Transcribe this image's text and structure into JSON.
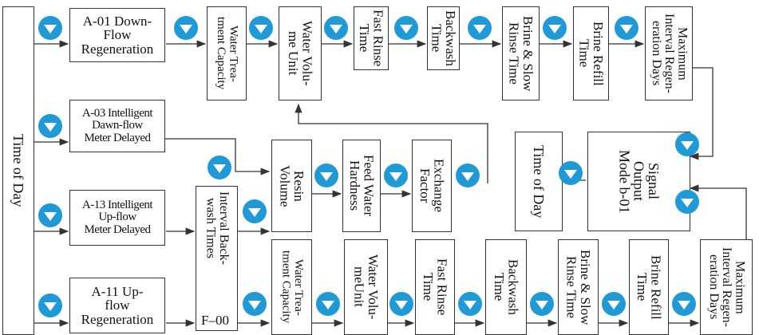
{
  "time_of_day": "Time of Day",
  "modes": {
    "a01": "A-01 Down-\nFlow\nRegeneration",
    "a03": "A-03 Intelligent\nDawn-flow\nMeter Delayed",
    "a13": "A-13 Intelligent\nUp-flow\nMeter Delayed",
    "a11": "A-11 Up-\nflow\nRegeneration"
  },
  "top_row": {
    "water_capacity": "Water Trea-\ntment Capacity",
    "water_volume": "Water Volu-\nme Unit",
    "fast_rinse": "Fast Rinse\nTime",
    "backwash": "Backwash\nTime",
    "brine_slow": "Brine & Slow\nRinse Time",
    "brine_refill": "Brine Refill\nTime",
    "max_days": "Maximum\nInterval Regen-\neration Days"
  },
  "middle_row": {
    "resin_volume": "Resin\nVolume",
    "feed_hardness": "Feed Water\nHardness",
    "exchange_factor": "Exchange\nFactor",
    "interval_backwash": "Interval Back-\nwash Times",
    "interval_code": "F–00",
    "time_of_day_right": "Time of Day",
    "signal_output": "Signal\nOutput\nMode b-01"
  },
  "bottom_row": {
    "water_capacity": "Water Trea-\ntment Capacity",
    "water_volume": "Water Volu-\nmeUnit",
    "fast_rinse": "Fast Rinse\nTime",
    "backwash": "Backwash\nTime",
    "brine_slow": "Brine & Slow\nRinse Time",
    "brine_refill": "Brine Refill\nTime",
    "max_days": "Maximum\nInterval Regen-\neration Days"
  },
  "colors": {
    "button": "#1f9ad6",
    "line": "#333333"
  },
  "icon": "down-triangle-button-icon"
}
